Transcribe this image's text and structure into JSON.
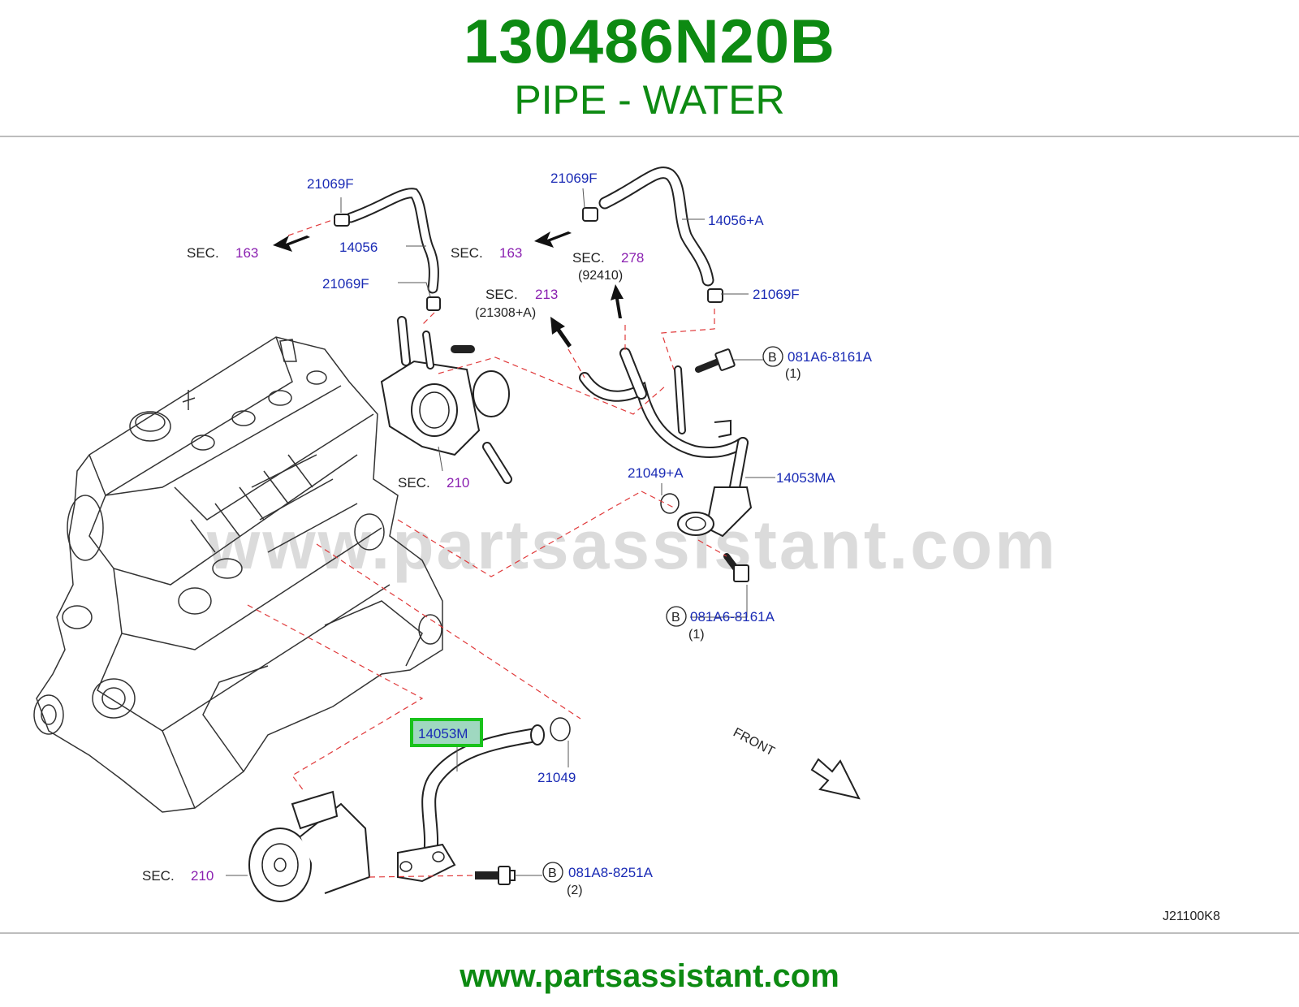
{
  "header": {
    "part_number": "130486N20B",
    "part_name": "PIPE - WATER"
  },
  "footer": {
    "url": "www.partsassistant.com",
    "watermark": "www.partsassistant.com"
  },
  "diagram": {
    "code": "J21100K8",
    "front_label": "FRONT",
    "highlighted_part": "14053M",
    "highlight_color": "#19c21b",
    "labels": {
      "clamp_1": "21069F",
      "clamp_2": "21069F",
      "clamp_3": "21069F",
      "clamp_4": "21069F",
      "hose_1": "14056",
      "hose_2": "14056+A",
      "pipe_main": "14053M",
      "pipe_upper": "14053MA",
      "oring_upper": "21049+A",
      "oring_lower": "21049",
      "bolt_1": "081A6-8161A",
      "bolt_1_qty": "(1)",
      "bolt_2": "081A6-8161A",
      "bolt_2_qty": "(1)",
      "bolt_3": "081A8-8251A",
      "bolt_3_qty": "(2)",
      "bolt_marker": "B"
    },
    "sections": [
      {
        "prefix": "SEC.",
        "number": "163",
        "sub": ""
      },
      {
        "prefix": "SEC.",
        "number": "163",
        "sub": ""
      },
      {
        "prefix": "SEC.",
        "number": "278",
        "sub": "(92410)"
      },
      {
        "prefix": "SEC.",
        "number": "213",
        "sub": "(21308+A)"
      },
      {
        "prefix": "SEC.",
        "number": "210",
        "sub": ""
      },
      {
        "prefix": "SEC.",
        "number": "210",
        "sub": ""
      }
    ]
  }
}
